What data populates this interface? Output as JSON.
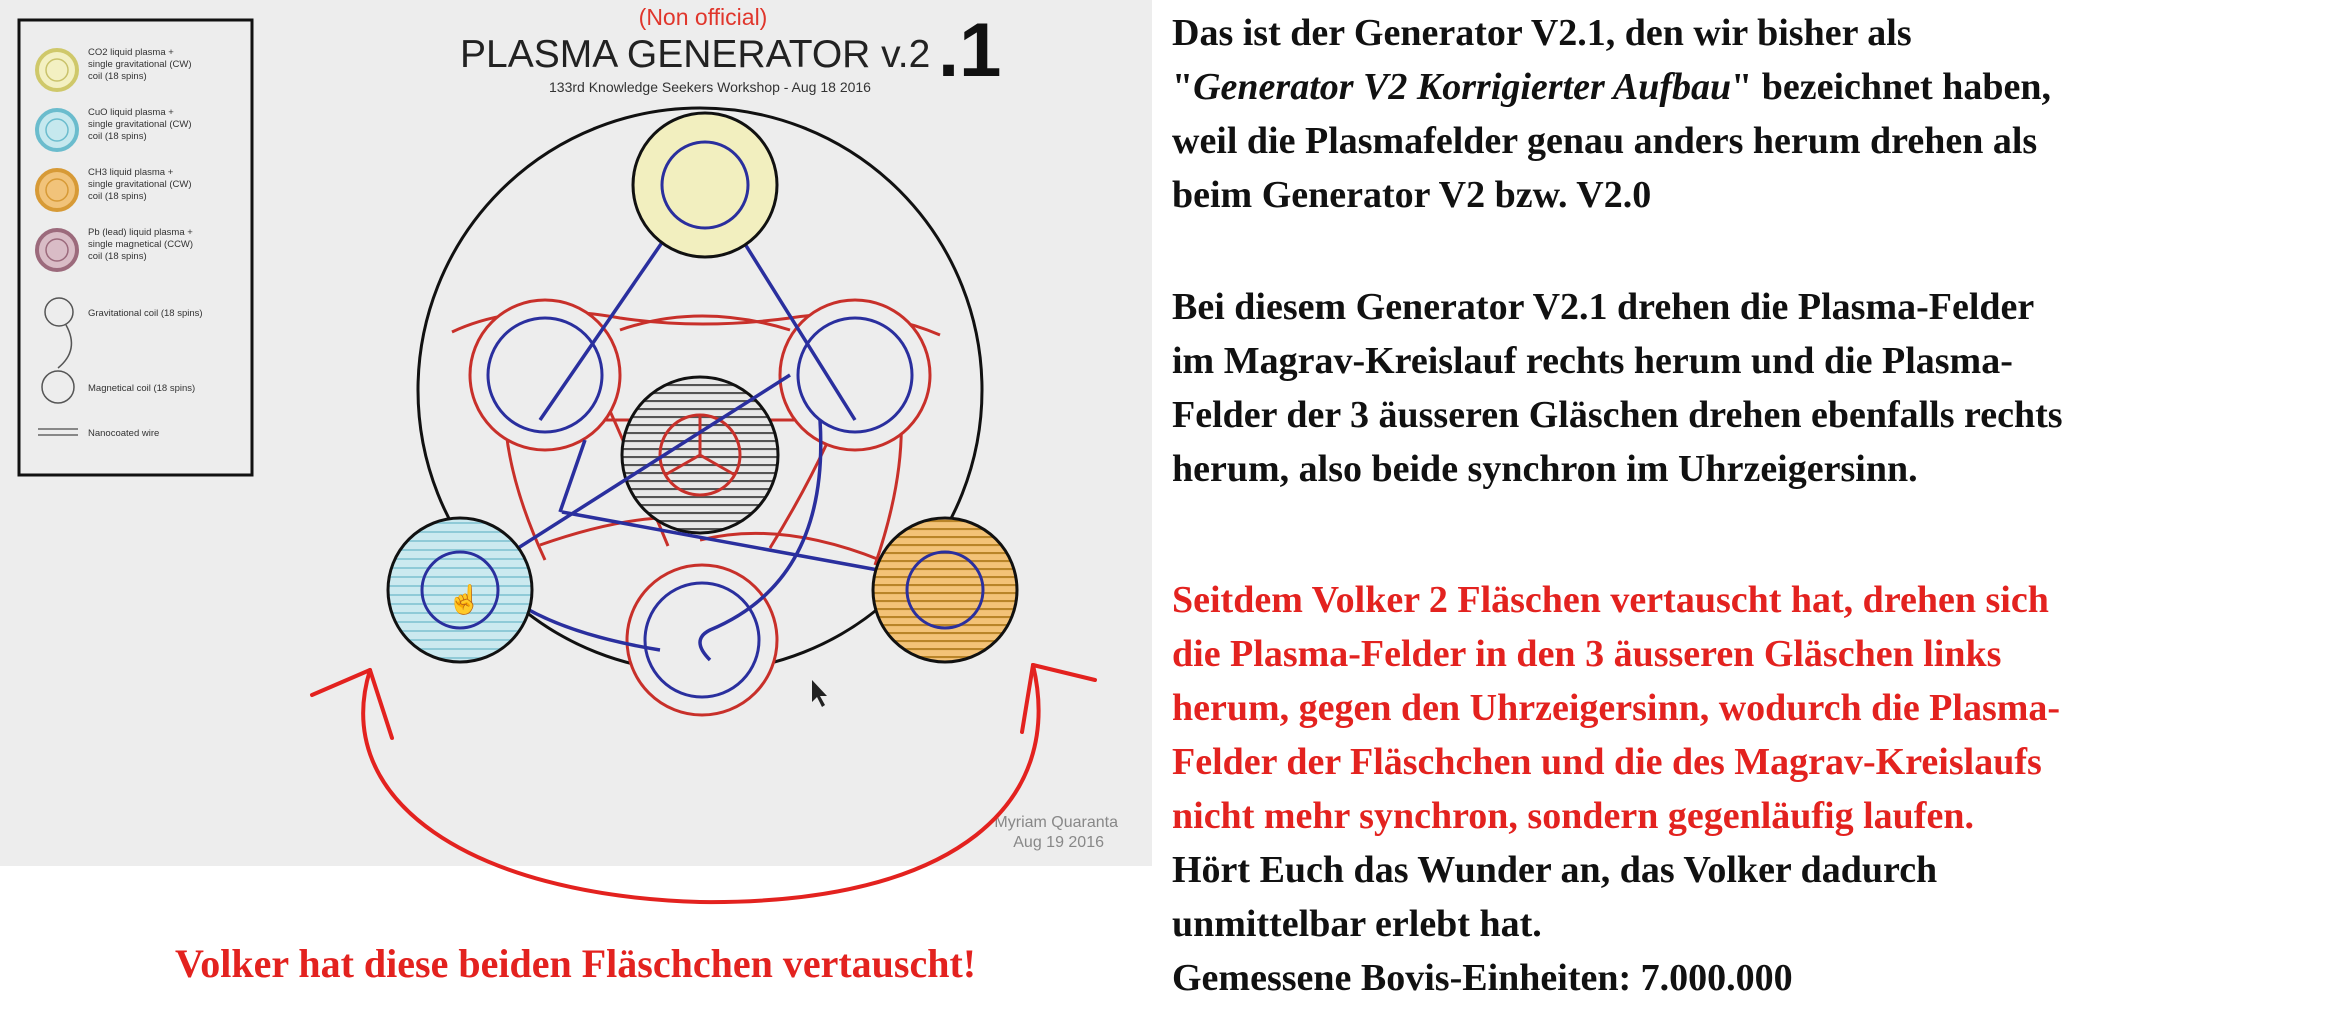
{
  "diagram": {
    "header": {
      "non_official": "(Non official)",
      "title_main": "PLASMA GENERATOR v.2",
      "title_suffix": ".1",
      "subtitle": "133rd Knowledge Seekers Workshop - Aug 18 2016"
    },
    "legend": {
      "items": [
        {
          "lines": [
            "CO2 liquid plasma +",
            "single gravitational (CW)",
            "coil (18 spins)"
          ],
          "fill": "#f3f0c2",
          "ring": "#cfc86a"
        },
        {
          "lines": [
            "CuO liquid plasma +",
            "single gravitational (CW)",
            "coil (18 spins)"
          ],
          "fill": "#c6e8ee",
          "ring": "#6bbccd"
        },
        {
          "lines": [
            "CH3 liquid plasma +",
            "single gravitational (CW)",
            "coil (18 spins)"
          ],
          "fill": "#f1c37a",
          "ring": "#d79a36"
        },
        {
          "lines": [
            "Pb (lead) liquid plasma +",
            "single magnetical (CCW)",
            "coil (18 spins)"
          ],
          "fill": "#d9bcc6",
          "ring": "#9c6a7c"
        }
      ],
      "gravitational_coil": "Gravitational coil (18 spins)",
      "magnetical_coil": "Magnetical coil (18 spins)",
      "nanocoated_wire": "Nanocoated wire"
    },
    "author": "Myriam Quaranta",
    "author_date": "Aug 19 2016",
    "colors": {
      "yellow_flask": "#f2efbf",
      "blue_flask": "#cbe9ef",
      "orange_flask": "#f3c277",
      "center_flask": "#bdbdbd",
      "red_coil": "#c8302a",
      "blue_wire": "#2a2f9e",
      "annotation_red": "#e3221f"
    }
  },
  "text": {
    "p1": [
      "Das ist der Generator V2.1, den wir bisher als",
      "\"Generator V2 Korrigierter Aufbau\" bezeichnet haben,",
      "weil die Plasmafelder genau anders herum drehen als",
      "beim Generator V2 bzw. V2.0"
    ],
    "p2": [
      "Bei diesem Generator V2.1 drehen die Plasma-Felder",
      "im Magrav-Kreislauf rechts herum und die Plasma-",
      "Felder der 3 äusseren Gläschen drehen ebenfalls rechts",
      "herum, also beide synchron im Uhrzeigersinn."
    ],
    "p3_red": [
      "Seitdem Volker 2 Fläschen vertauscht hat, drehen sich",
      "die Plasma-Felder in den 3 äusseren Gläschen links",
      "herum, gegen den Uhrzeigersinn, wodurch die Plasma-",
      "Felder der Fläschchen und die des Magrav-Kreislaufs",
      "nicht mehr synchron, sondern gegenläufig laufen."
    ],
    "p4": [
      "Hört Euch das Wunder an, das Volker dadurch",
      "unmittelbar erlebt hat.",
      "Gemessene Bovis-Einheiten: 7.000.000"
    ],
    "caption": "Volker hat diese beiden Fläschchen vertauscht!"
  }
}
